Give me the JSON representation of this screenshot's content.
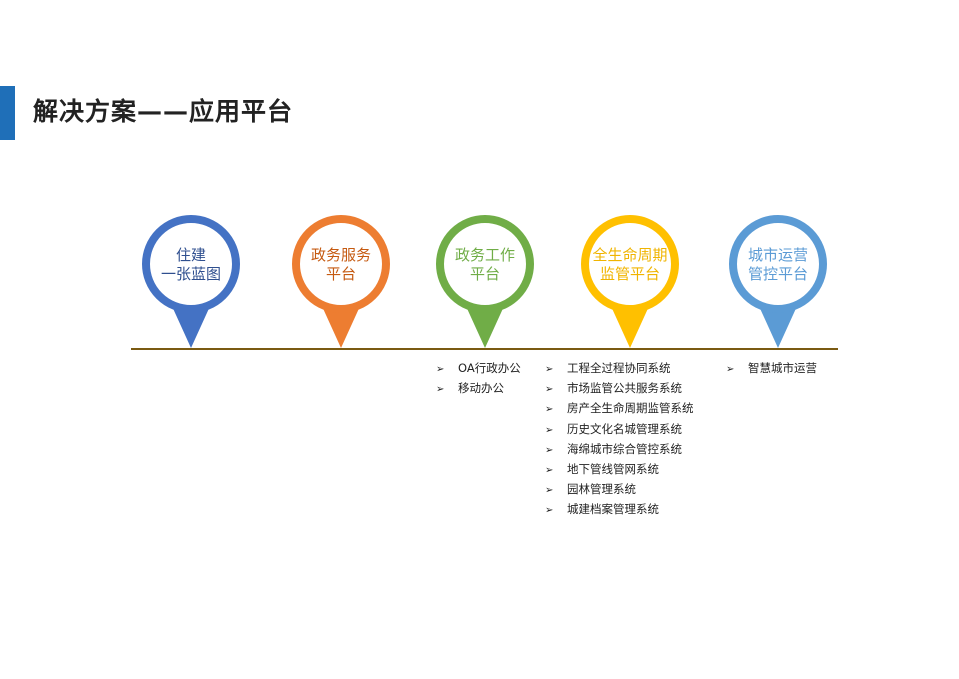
{
  "slide": {
    "title": "解决方案——应用平台"
  },
  "pins": [
    {
      "id": "zhujian",
      "lines": [
        "住建",
        "一张蓝图"
      ],
      "color": "#4472c4",
      "text_color": "#2f4f8f"
    },
    {
      "id": "zhengwu-fuwu",
      "lines": [
        "政务服务",
        "平台"
      ],
      "color": "#ed7d31",
      "text_color": "#c55a11"
    },
    {
      "id": "zhengwu-gongzuo",
      "lines": [
        "政务工作",
        "平台"
      ],
      "color": "#70ad47",
      "text_color": "#70ad47"
    },
    {
      "id": "quan-shengming",
      "lines": [
        "全生命周期",
        "监管平台"
      ],
      "color": "#ffc000",
      "text_color": "#f0b400"
    },
    {
      "id": "chengshi-yunying",
      "lines": [
        "城市运营",
        "管控平台"
      ],
      "color": "#5b9bd5",
      "text_color": "#5b9bd5"
    }
  ],
  "lists": {
    "zhengwu-gongzuo": [
      "OA行政办公",
      "移动办公"
    ],
    "quan-shengming": [
      "工程全过程协同系统",
      "市场监管公共服务系统",
      "房产全生命周期监管系统",
      "历史文化名城管理系统",
      "海绵城市综合管控系统",
      "地下管线管网系统",
      "园林管理系统",
      "城建档案管理系统"
    ],
    "chengshi-yunying": [
      "智慧城市运营"
    ]
  },
  "bullet_glyph": "➢"
}
